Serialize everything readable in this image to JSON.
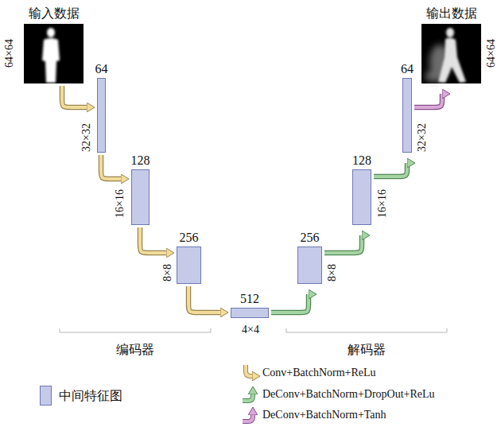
{
  "diagram": {
    "nodes": [
      {
        "text": [
          "输入数据",
          "64×64"
        ]
      },
      {
        "text": [
          "64",
          "32×32"
        ]
      },
      {
        "text": [
          "128",
          "16×16"
        ]
      },
      {
        "text": [
          "256",
          "8×8"
        ]
      },
      {
        "text": [
          "512",
          "4×4"
        ]
      },
      {
        "text": [
          "256",
          "8×8"
        ]
      },
      {
        "text": [
          "128",
          "16×16"
        ]
      },
      {
        "text": [
          "64",
          "32×32"
        ]
      },
      {
        "text": [
          "输出数据",
          "64×64"
        ]
      }
    ],
    "edges": [
      {
        "from": 0,
        "to": 1,
        "arrow": "to"
      },
      {
        "from": 1,
        "to": 2,
        "arrow": "to"
      },
      {
        "from": 2,
        "to": 3,
        "arrow": "to"
      },
      {
        "from": 3,
        "to": 4,
        "arrow": "to"
      },
      {
        "from": 4,
        "to": 5,
        "arrow": "to"
      },
      {
        "from": 5,
        "to": 6,
        "arrow": "to"
      },
      {
        "from": 6,
        "to": 7,
        "arrow": "to"
      },
      {
        "from": 7,
        "to": 8,
        "arrow": "to"
      }
    ],
    "labels": [
      "编码器",
      "解码器"
    ],
    "legend": [
      {
        "text": "中间特征图",
        "color": "#c5cae9"
      },
      {
        "text": "Conv+BatchNorm+ReLu"
      },
      {
        "text": "DeConv+BatchNorm+DropOut+ReLu"
      },
      {
        "text": "DeConv+BatchNorm+Tanh"
      }
    ]
  }
}
